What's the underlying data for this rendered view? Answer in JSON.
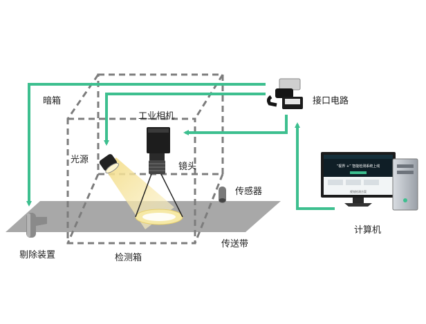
{
  "colors": {
    "accent": "#3dbf8f",
    "dash": "#7c7c7c",
    "belt": "#a8a8a8",
    "light": "#f5e7a6"
  },
  "labels": {
    "dark_box": "暗箱",
    "light_source": "光源",
    "industrial_camera": "工业相机",
    "lens": "镜头",
    "interface_circuit": "接口电路",
    "sensor": "传感器",
    "conveyor": "传送带",
    "detection_box": "检测箱",
    "reject_device": "剔除装置",
    "computer": "计算机"
  },
  "monitor_screen": {
    "headline": "“视界 +” 智能检测系统上线",
    "footer": "视觉检测方案"
  },
  "icons": [
    "usb-connector-icon",
    "camera-icon",
    "ring-light-icon",
    "sensor-icon",
    "monitor-icon",
    "pc-tower-icon",
    "reject-pusher-icon"
  ]
}
